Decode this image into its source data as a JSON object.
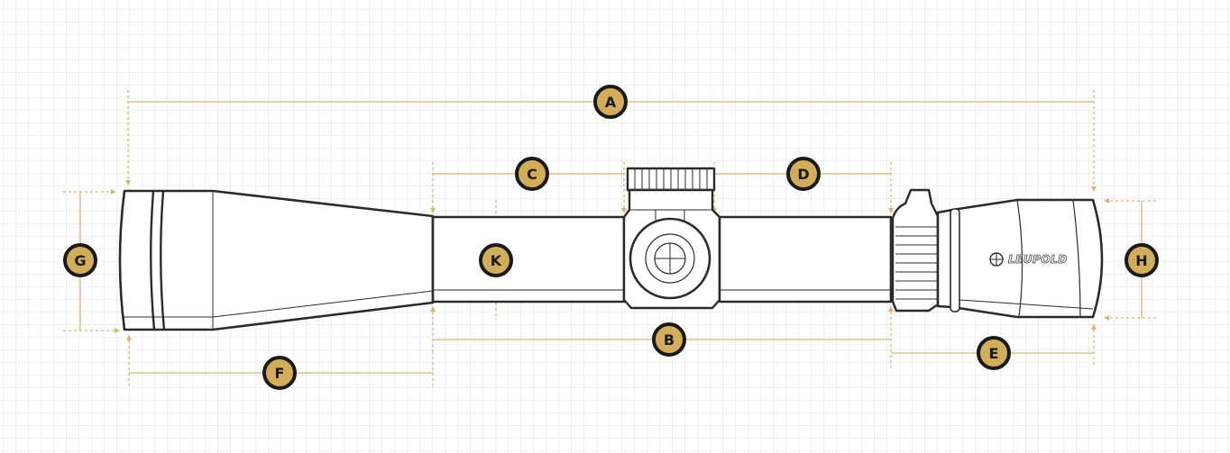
{
  "diagram": {
    "subject": "Riflescope dimension diagram",
    "brand_label": "LEUPOLD",
    "colors": {
      "badge_fill": "#d3ae5a",
      "badge_border": "#1a1a1a",
      "dimension_line": "#d3b77a",
      "outline": "#2b2b2b"
    },
    "labels": {
      "A": "A",
      "B": "B",
      "C": "C",
      "D": "D",
      "E": "E",
      "F": "F",
      "G": "G",
      "H": "H",
      "K": "K"
    }
  }
}
